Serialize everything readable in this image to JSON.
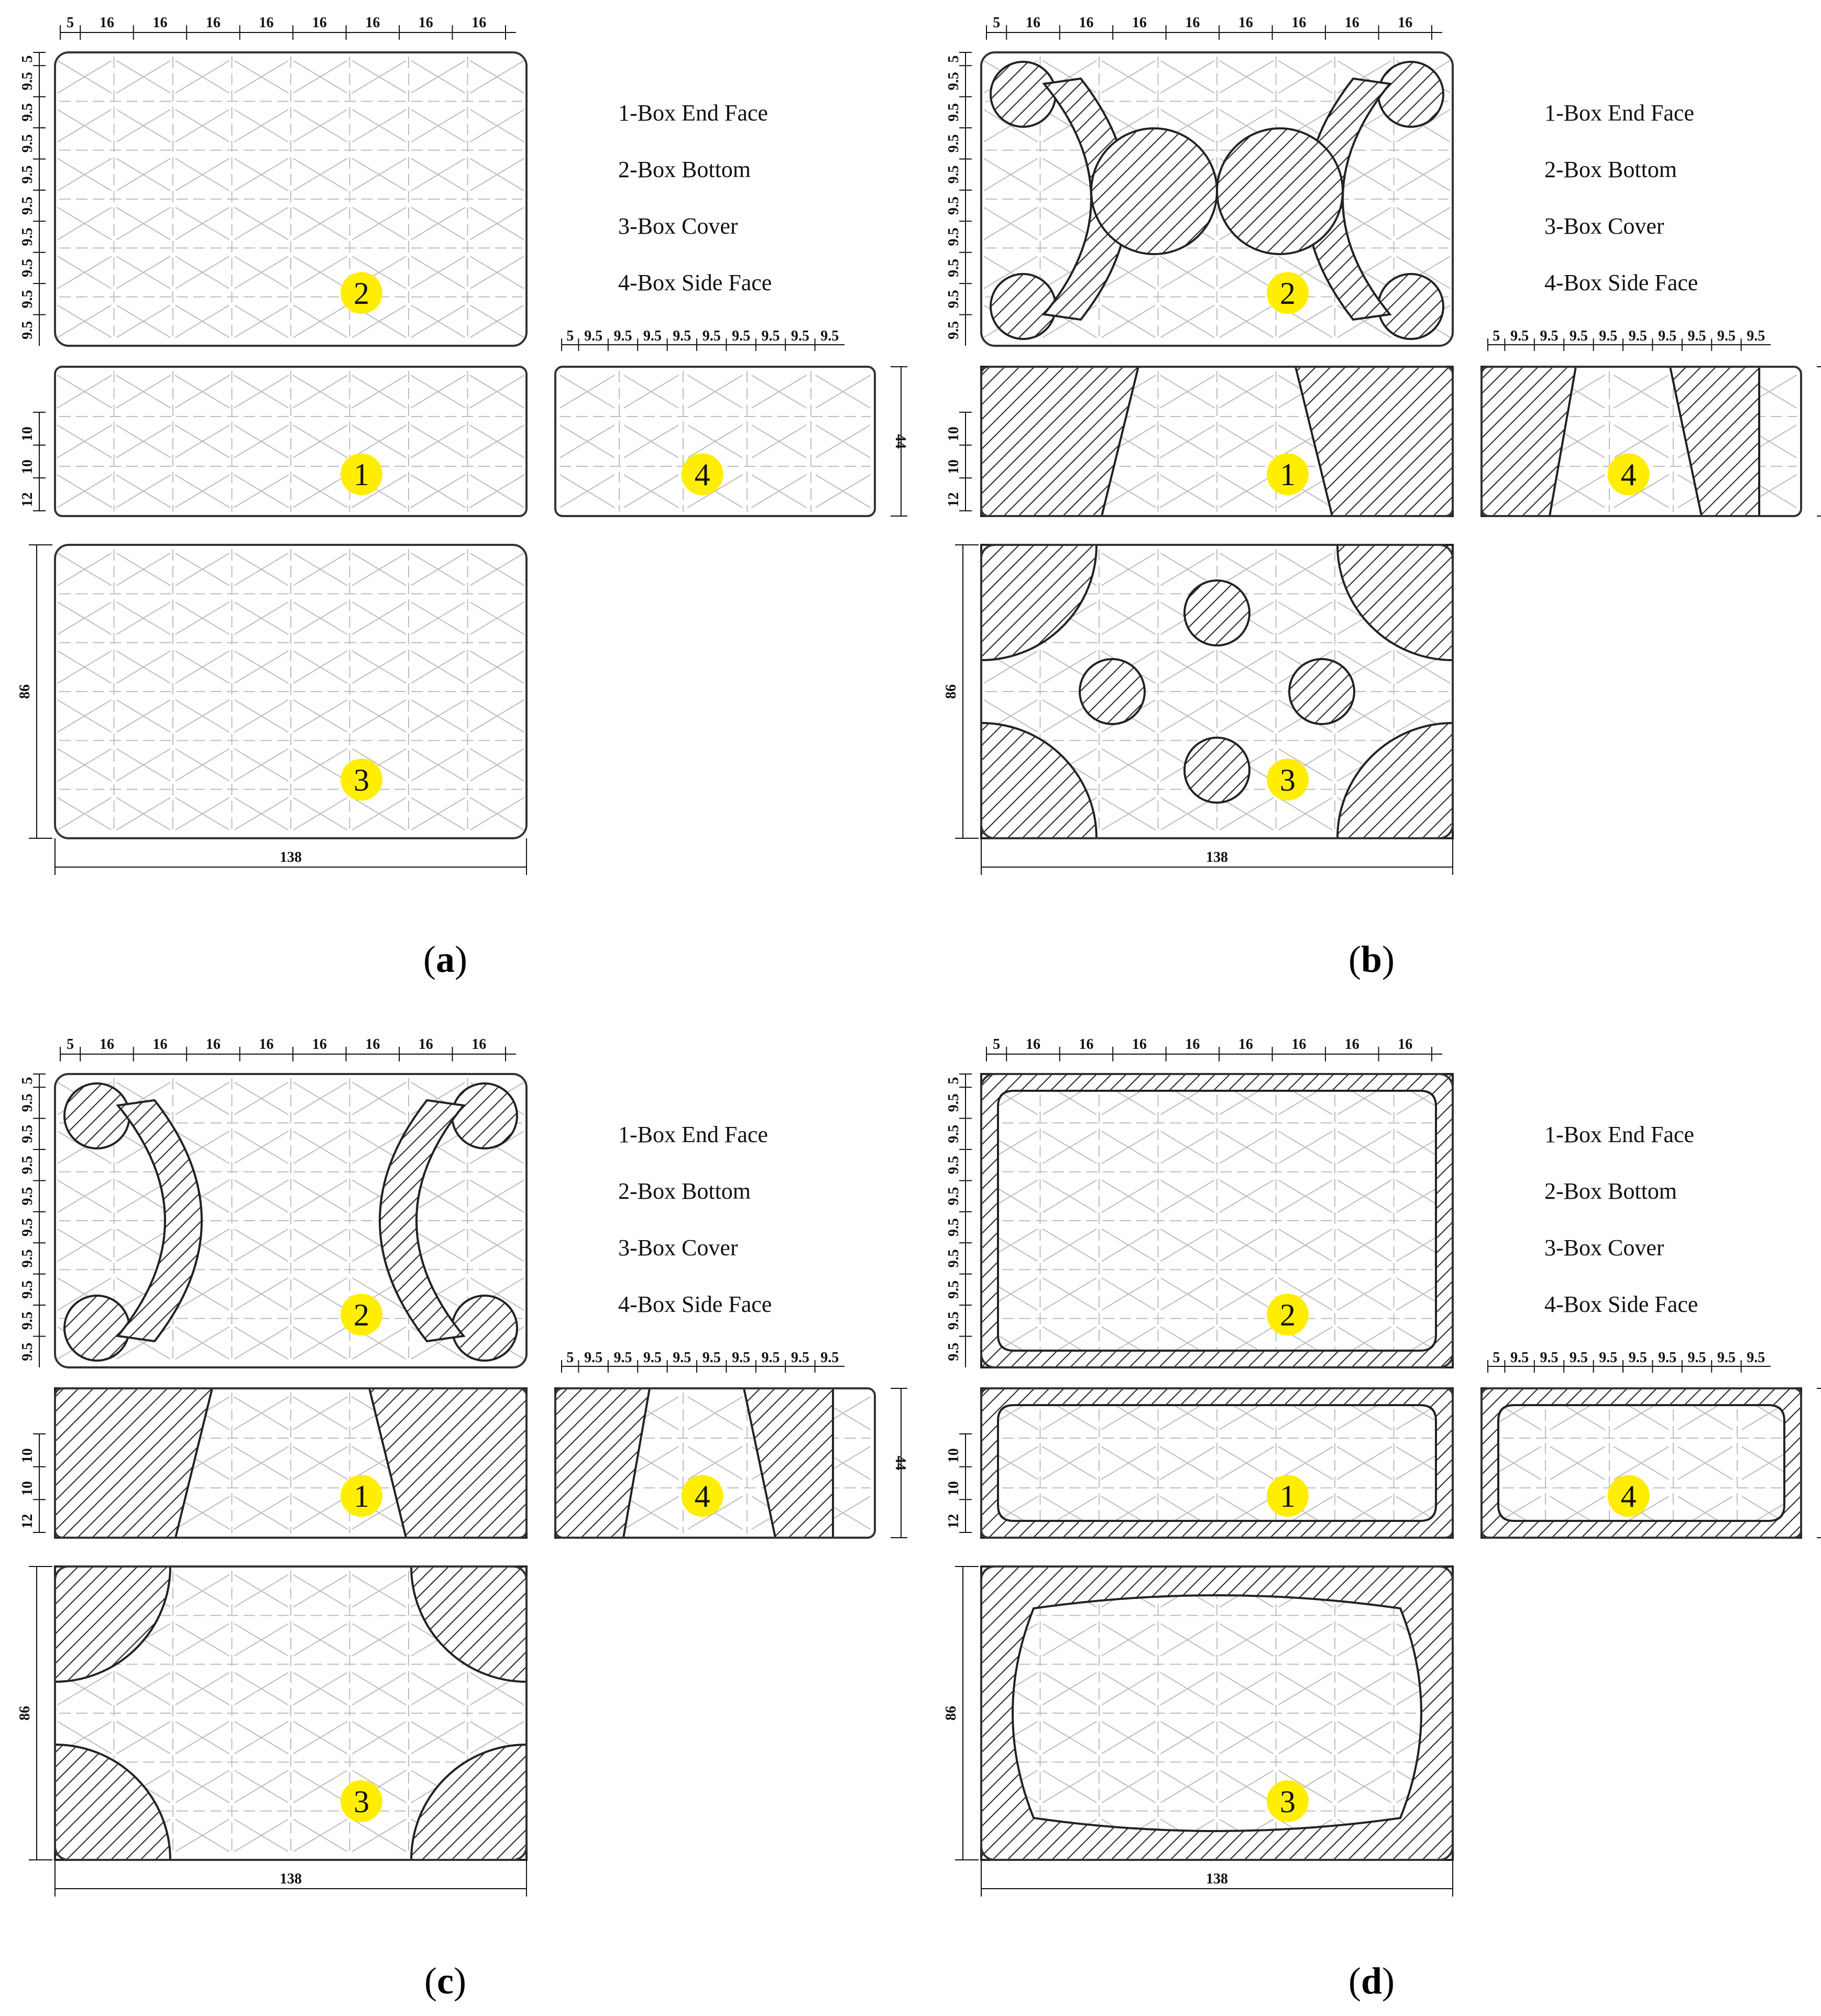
{
  "legend": [
    "1-Box End Face",
    "2-Box Bottom",
    "3-Box Cover",
    "4-Box Side Face"
  ],
  "markers": [
    "1",
    "2",
    "3",
    "4"
  ],
  "dimensions": {
    "top": [
      "5",
      "16",
      "16",
      "16",
      "16",
      "16",
      "16",
      "16",
      "16"
    ],
    "left_bottom": [
      "5",
      "9.5",
      "9.5",
      "9.5",
      "9.5",
      "9.5",
      "9.5",
      "9.5",
      "9.5",
      "9.5"
    ],
    "side_top": [
      "5",
      "9.5",
      "9.5",
      "9.5",
      "9.5",
      "9.5",
      "9.5",
      "9.5",
      "9.5",
      "9.5"
    ],
    "end_left": [
      "10",
      "10",
      "12"
    ],
    "height": "44",
    "cover_height": "86",
    "width": "138"
  },
  "panels": [
    {
      "id": "a",
      "caption_prefix": "(",
      "caption_letter": "a",
      "caption_suffix": ")",
      "variant": "plain"
    },
    {
      "id": "b",
      "caption_prefix": "(",
      "caption_letter": "b",
      "caption_suffix": ")",
      "variant": "circles"
    },
    {
      "id": "c",
      "caption_prefix": "(",
      "caption_letter": "c",
      "caption_suffix": ")",
      "variant": "arcs"
    },
    {
      "id": "d",
      "caption_prefix": "(",
      "caption_letter": "d",
      "caption_suffix": ")",
      "variant": "frame"
    }
  ],
  "colors": {
    "marker": "#ffee00",
    "line": "#333333",
    "hatch": "#222222",
    "grid": "#bdbdbd"
  }
}
